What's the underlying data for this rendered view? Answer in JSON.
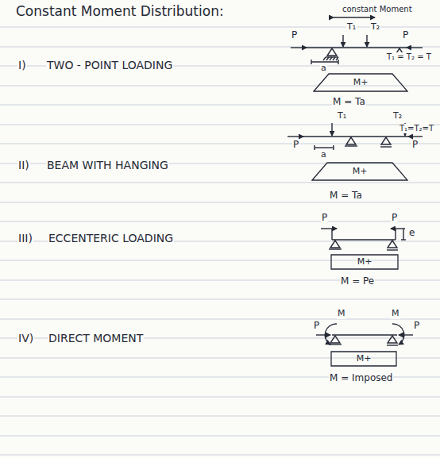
{
  "diagram": {
    "title": "Constant Moment Distribution:",
    "nodes": [
      {
        "text": [
          "M+"
        ]
      },
      {
        "text": [
          "M+"
        ]
      },
      {
        "text": [
          "M+"
        ]
      },
      {
        "text": [
          "M+"
        ]
      }
    ],
    "labels": [
      "constant Moment",
      "I)",
      "TWO - POINT LOADING",
      "P",
      "T₁",
      "T₂",
      "P",
      "T₁ = T₂ = T",
      "a",
      "M = Ta",
      "II)",
      "BEAM WITH HANGING",
      "T₁",
      "T₂",
      "T₁=T₂=T",
      "P",
      "P",
      "a",
      "M = Ta",
      "III)",
      "ECCENTERIC LOADING",
      "P",
      "P",
      "e",
      "M = Pe",
      "IV)",
      "DIRECT MOMENT",
      "M",
      "P",
      "M",
      "P",
      "M = Imposed"
    ]
  }
}
